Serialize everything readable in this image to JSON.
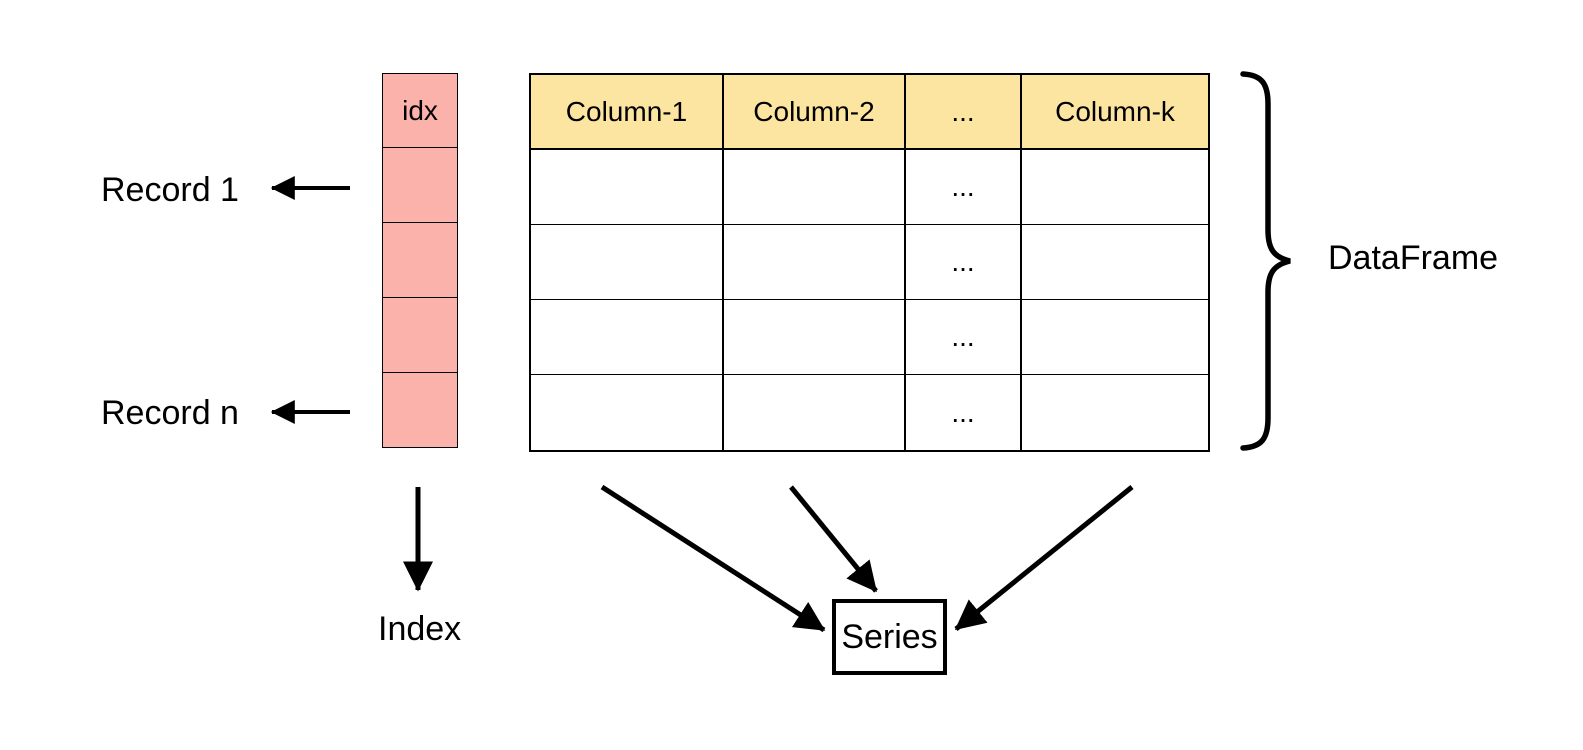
{
  "diagram": {
    "index_column": {
      "header": "idx",
      "rows": 4,
      "label": "Index"
    },
    "table": {
      "headers": [
        "Column-1",
        "Column-2",
        "...",
        "Column-k"
      ],
      "rows": 4,
      "ellipsis": "..."
    },
    "record_labels": {
      "first": "Record 1",
      "last": "Record n"
    },
    "dataframe_label": "DataFrame",
    "series_label": "Series",
    "colors": {
      "index_fill": "#FBB2AA",
      "header_fill": "#FBE5A0",
      "line": "#000000"
    }
  }
}
